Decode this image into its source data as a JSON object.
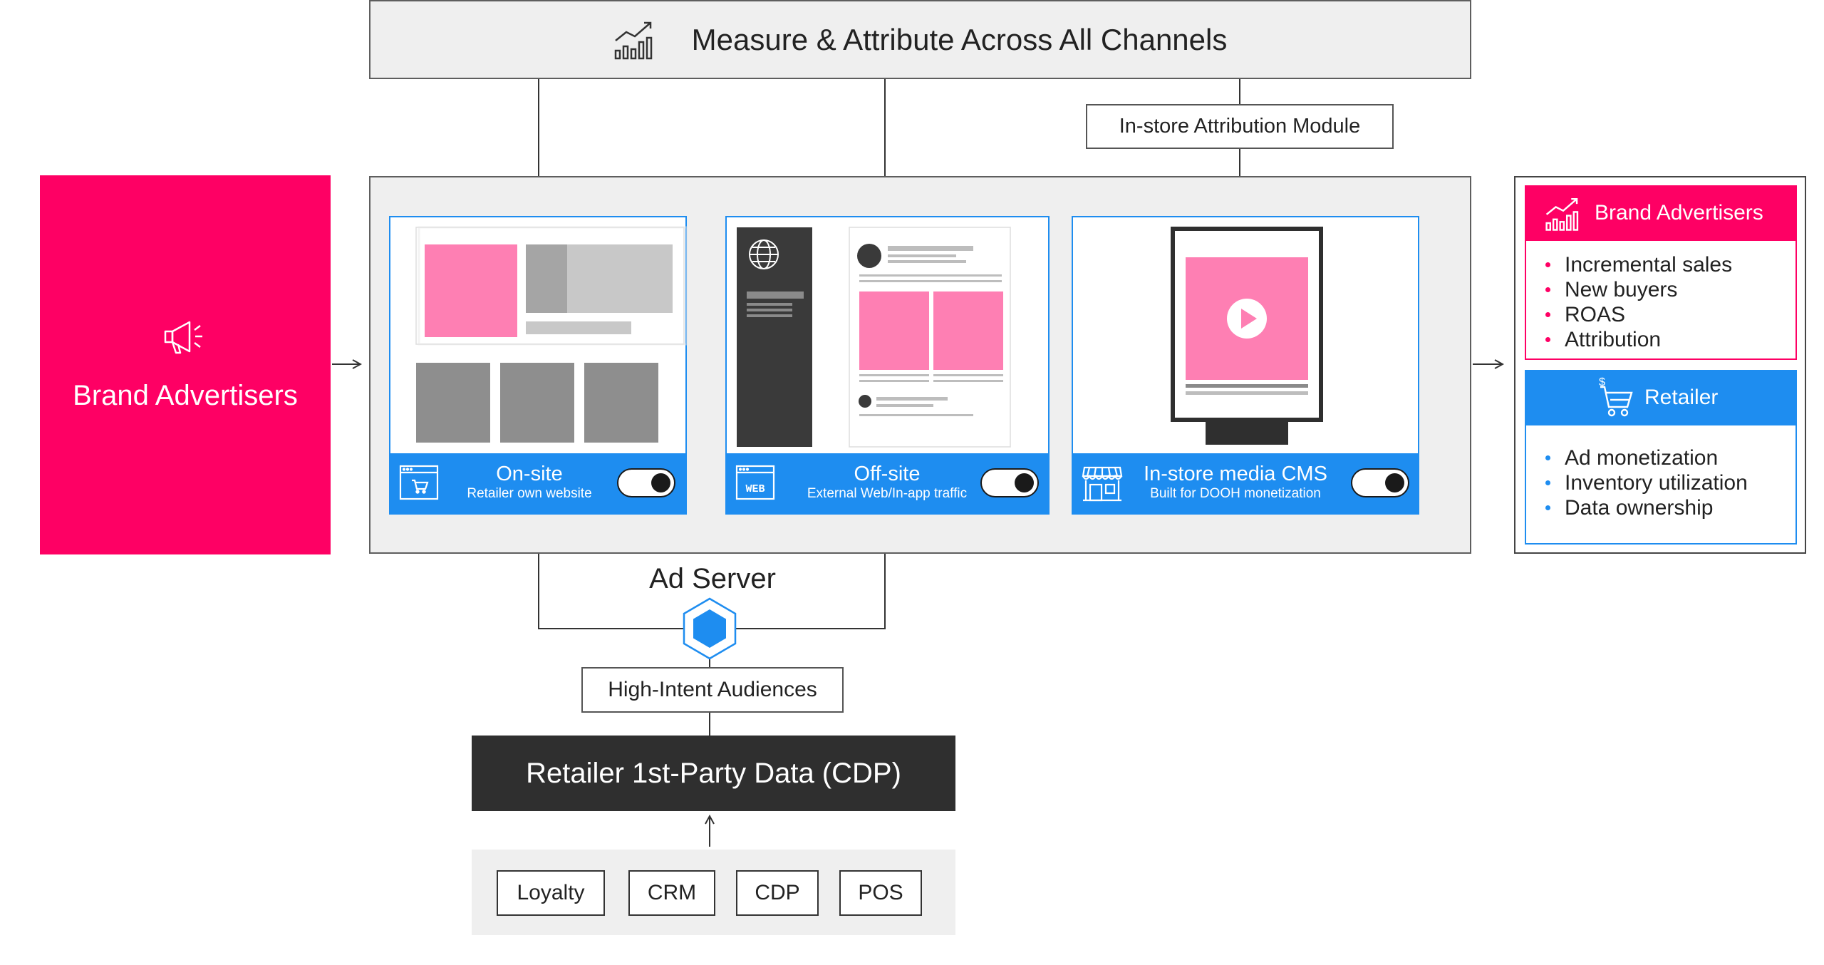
{
  "measure": {
    "title": "Measure & Attribute Across All Channels",
    "icon": "chart-growth-icon"
  },
  "attribution_module": {
    "label": "In-store Attribution Module"
  },
  "brand_left": {
    "title": "Brand Advertisers",
    "icon": "megaphone-icon"
  },
  "channels": [
    {
      "title": "On-site",
      "subtitle": "Retailer own website",
      "icon": "shop-window-icon",
      "toggle_on": true
    },
    {
      "title": "Off-site",
      "subtitle": "External Web/In-app traffic",
      "icon": "web-window-icon",
      "toggle_on": true
    },
    {
      "title": "In-store media CMS",
      "subtitle": "Built for DOOH monetization",
      "icon": "storefront-icon",
      "toggle_on": true
    }
  ],
  "ad_server": {
    "label": "Ad Server",
    "icon": "hexagon-icon"
  },
  "audiences": {
    "label": "High-Intent Audiences"
  },
  "cdp": {
    "label": "Retailer 1st-Party Data (CDP)"
  },
  "sources": [
    "Loyalty",
    "CRM",
    "CDP",
    "POS"
  ],
  "outcomes": {
    "brand": {
      "title": "Brand Advertisers",
      "icon": "chart-growth-icon",
      "items": [
        "Incremental sales",
        "New buyers",
        "ROAS",
        "Attribution"
      ]
    },
    "retailer": {
      "title": "Retailer",
      "icon": "shopping-cart-icon",
      "items": [
        "Ad monetization",
        "Inventory utilization",
        "Data ownership"
      ]
    }
  },
  "colors": {
    "brand_pink": "#fe0064",
    "accent_blue": "#1e8df0",
    "mock_pink": "#fe7fb3",
    "dark": "#2f2f2f",
    "frame_bg": "#efefef"
  }
}
